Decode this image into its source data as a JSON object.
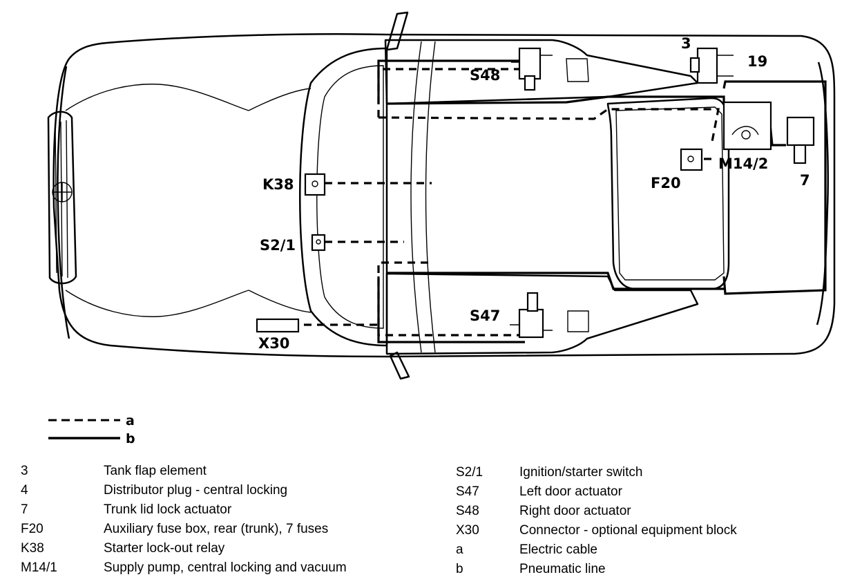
{
  "callouts": {
    "c3": "3",
    "c19": "19",
    "c7": "7",
    "s48": "S48",
    "s47": "S47",
    "k38": "K38",
    "s21": "S2/1",
    "f20": "F20",
    "m142": "M14/2",
    "x30": "X30"
  },
  "line_key": {
    "a": "a",
    "b": "b"
  },
  "legend_left": [
    {
      "code": "3",
      "desc": "Tank flap element"
    },
    {
      "code": "4",
      "desc": "Distributor plug - central locking"
    },
    {
      "code": "7",
      "desc": "Trunk lid lock actuator"
    },
    {
      "code": "F20",
      "desc": "Auxiliary fuse box, rear (trunk), 7 fuses"
    },
    {
      "code": "K38",
      "desc": "Starter lock-out relay"
    },
    {
      "code": "M14/1",
      "desc": "Supply pump, central locking and vacuum"
    }
  ],
  "legend_right": [
    {
      "code": "S2/1",
      "desc": "Ignition/starter switch"
    },
    {
      "code": "S47",
      "desc": "Left door actuator"
    },
    {
      "code": "S48",
      "desc": "Right door actuator"
    },
    {
      "code": "X30",
      "desc": "Connector - optional equipment block"
    },
    {
      "code": "a",
      "desc": "Electric cable"
    },
    {
      "code": "b",
      "desc": "Pneumatic line"
    }
  ]
}
